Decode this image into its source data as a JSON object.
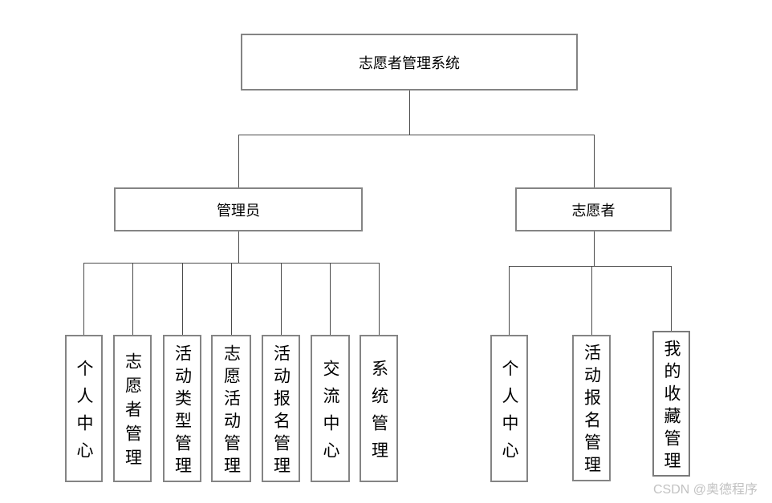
{
  "diagram": {
    "root": {
      "label": "志愿者管理系统"
    },
    "branches": [
      {
        "label": "管理员",
        "children": [
          "个人中心",
          "志愿者管理",
          "活动类型管理",
          "志愿活动管理",
          "活动报名管理",
          "交流中心",
          "系统管理"
        ]
      },
      {
        "label": "志愿者",
        "children": [
          "个人中心",
          "活动报名管理",
          "我的收藏管理"
        ]
      }
    ]
  },
  "watermark": {
    "text": "CSDN @奥德程序"
  },
  "colors": {
    "background": "#ffffff",
    "box_border": "#848484",
    "connector_line": "#4a4a4a",
    "text": "#000000",
    "watermark_text": "#c2c2c2"
  }
}
